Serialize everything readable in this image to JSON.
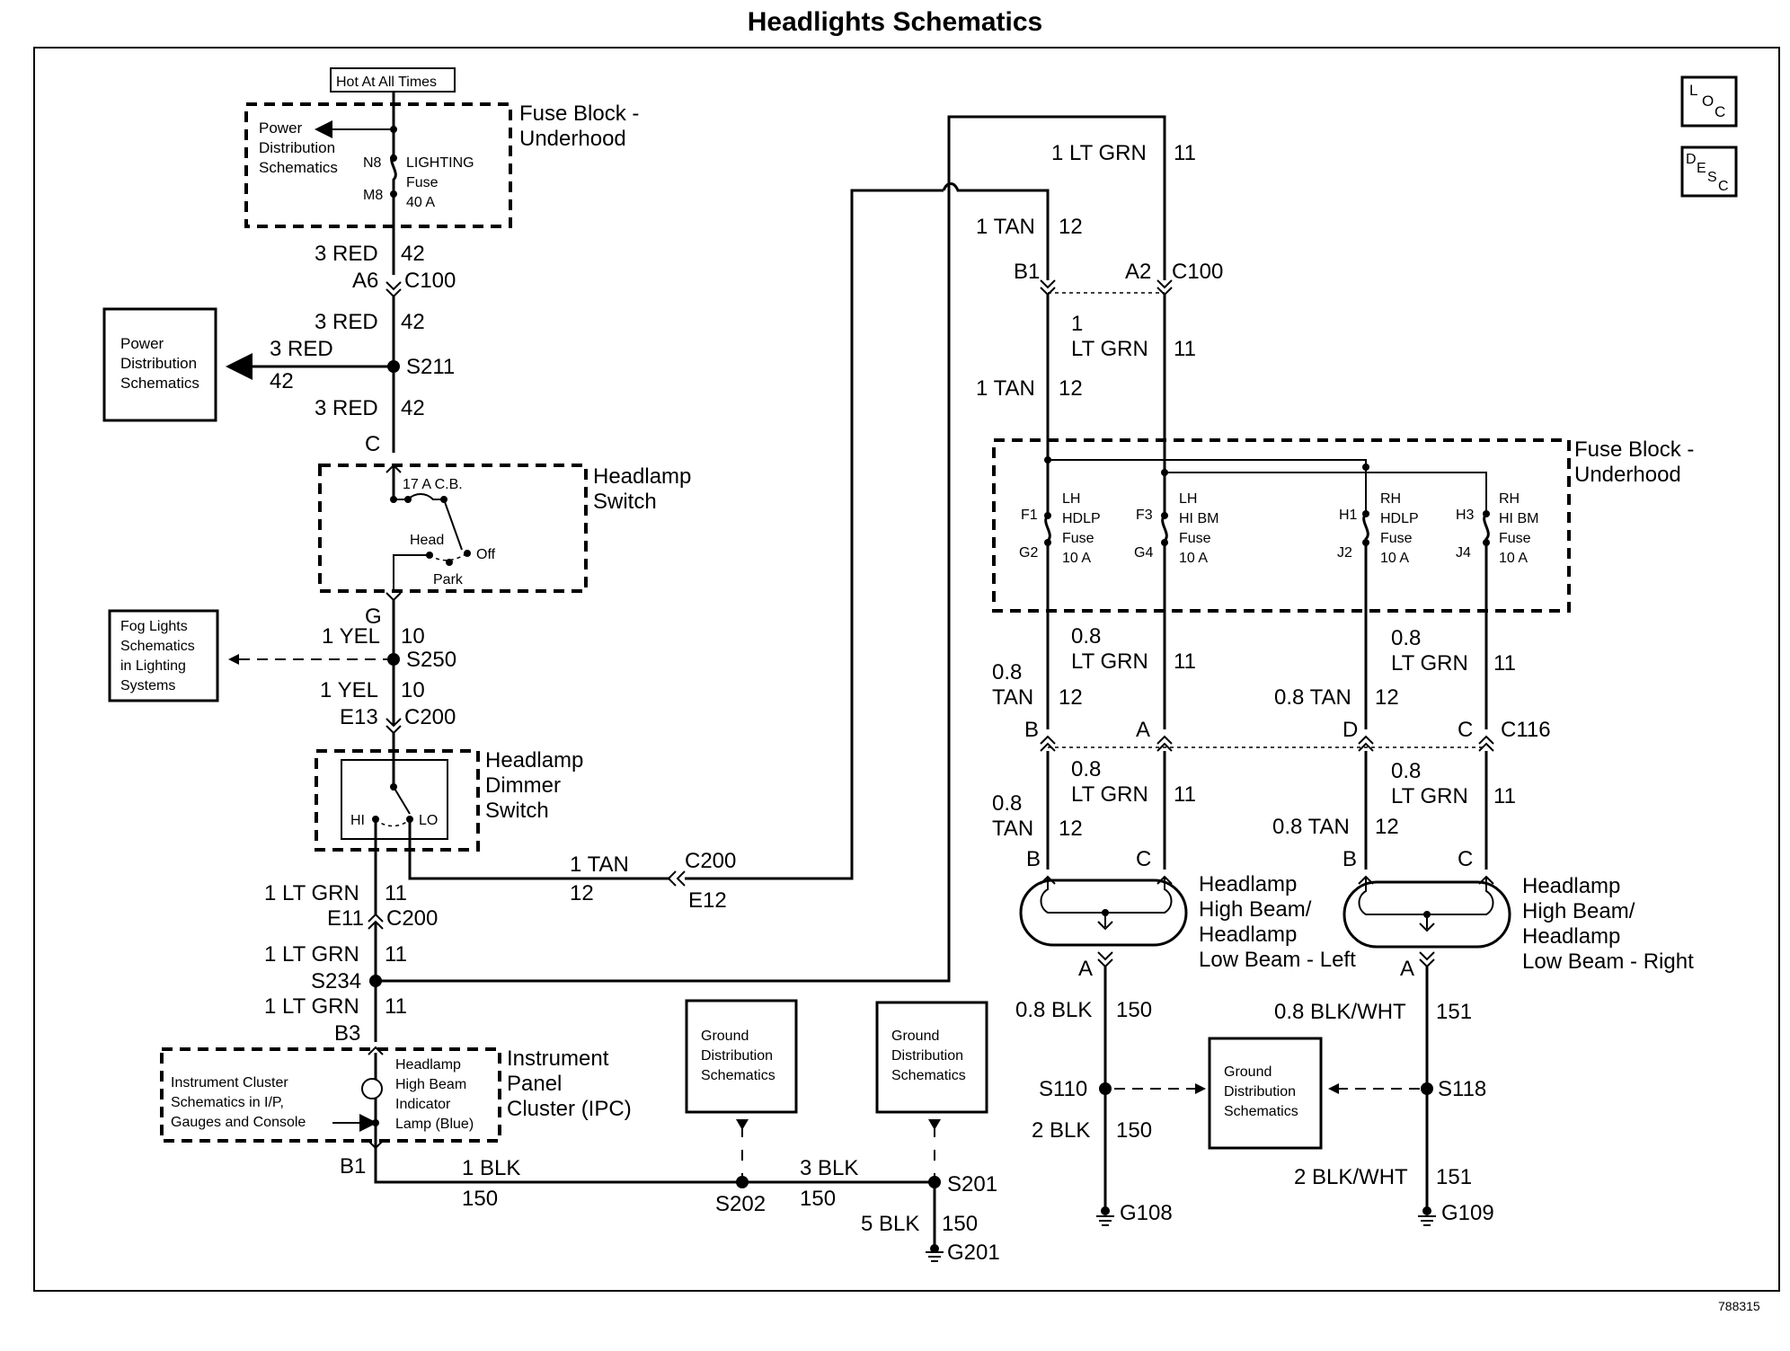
{
  "title": "Headlights Schematics",
  "doc_number": "788315",
  "icons": {
    "loc": [
      "L",
      "O",
      "C"
    ],
    "desc": [
      "D",
      "E",
      "S",
      "C"
    ]
  },
  "hot_label": "Hot At All Times",
  "fuse_block_top": {
    "label1": "Fuse Block -",
    "label2": "Underhood",
    "ref_lines": [
      "Power",
      "Distribution",
      "Schematics"
    ],
    "pin_in": "N8",
    "pin_out": "M8",
    "fuse_lines": [
      "LIGHTING",
      "Fuse",
      "40 A"
    ]
  },
  "left_wires": {
    "w1_gauge": "3 RED",
    "w1_circuit": "42",
    "conn_pin": "A6",
    "conn_name": "C100",
    "w2_gauge": "3 RED",
    "w2_circuit": "42",
    "branch_gauge": "3 RED",
    "branch_circuit": "42",
    "splice": "S211",
    "w3_gauge": "3 RED",
    "w3_circuit": "42",
    "pin_c": "C"
  },
  "power_ref": [
    "Power",
    "Distribution",
    "Schematics"
  ],
  "headlamp_switch": {
    "label1": "Headlamp",
    "label2": "Switch",
    "breaker": "17 A C.B.",
    "head": "Head",
    "off": "Off",
    "park": "Park",
    "pin_g": "G"
  },
  "fog_ref": [
    "Fog Lights",
    "Schematics",
    "in Lighting",
    "Systems"
  ],
  "yel": {
    "w1_gauge": "1 YEL",
    "w1_circuit": "10",
    "splice": "S250",
    "w2_gauge": "1 YEL",
    "w2_circuit": "10",
    "conn_pin": "E13",
    "conn_name": "C200"
  },
  "dimmer": {
    "label1": "Headlamp",
    "label2": "Dimmer",
    "label3": "Switch",
    "hi": "HI",
    "lo": "LO"
  },
  "tan_wire": {
    "gauge": "1 TAN",
    "circuit": "12",
    "conn_name": "C200",
    "conn_pin": "E12"
  },
  "ltgrn": {
    "w1_gauge": "1 LT GRN",
    "w1_circuit": "11",
    "conn_pin": "E11",
    "conn_name": "C200",
    "w2_gauge": "1 LT GRN",
    "w2_circuit": "11",
    "splice": "S234",
    "w3_gauge": "1 LT GRN",
    "w3_circuit": "11",
    "pin_b3": "B3"
  },
  "ipc": {
    "label1": "Instrument",
    "label2": "Panel",
    "label3": "Cluster (IPC)",
    "ref_lines": [
      "Instrument Cluster",
      "Schematics in I/P,",
      "Gauges and Console"
    ],
    "lamp_lines": [
      "Headlamp",
      "High Beam",
      "Indicator",
      "Lamp (Blue)"
    ],
    "pin_b1": "B1"
  },
  "ground_left": {
    "w1_gauge": "1 BLK",
    "w1_circuit": "150",
    "splice1": "S202",
    "w2_gauge": "3 BLK",
    "w2_circuit": "150",
    "splice2": "S201",
    "w3_gauge": "5 BLK",
    "w3_circuit": "150",
    "ground": "G201",
    "ref1": [
      "Ground",
      "Distribution",
      "Schematics"
    ],
    "ref2": [
      "Ground",
      "Distribution",
      "Schematics"
    ]
  },
  "right_top": {
    "ltgrn_gauge": "1 LT GRN",
    "ltgrn_circuit": "11",
    "tan_gauge": "1 TAN",
    "tan_circuit": "12",
    "pin_b1": "B1",
    "pin_a2": "A2",
    "conn_name": "C100",
    "ltgrn2_gauge_a": "1",
    "ltgrn2_gauge_b": "LT GRN",
    "ltgrn2_circuit": "11",
    "tan2_gauge": "1 TAN",
    "tan2_circuit": "12"
  },
  "fuse_block_right": {
    "label1": "Fuse Block -",
    "label2": "Underhood",
    "fuses": [
      {
        "pin_in": "F1",
        "pin_out": "G2",
        "lines": [
          "LH",
          "HDLP",
          "Fuse",
          "10 A"
        ]
      },
      {
        "pin_in": "F3",
        "pin_out": "G4",
        "lines": [
          "LH",
          "HI BM",
          "Fuse",
          "10 A"
        ]
      },
      {
        "pin_in": "H1",
        "pin_out": "J2",
        "lines": [
          "RH",
          "HDLP",
          "Fuse",
          "10 A"
        ]
      },
      {
        "pin_in": "H3",
        "pin_out": "J4",
        "lines": [
          "RH",
          "HI BM",
          "Fuse",
          "10 A"
        ]
      }
    ]
  },
  "lamp_wires": {
    "l_grn_a": "0.8",
    "l_grn_b": "LT GRN",
    "l_grn_circuit": "11",
    "l_tan_a": "0.8",
    "l_tan_b": "TAN",
    "l_tan_circuit": "12",
    "r_grn_a": "0.8",
    "r_grn_b": "LT GRN",
    "r_grn_circuit": "11",
    "r_tan": "0.8 TAN",
    "r_tan_circuit": "12",
    "pin_b": "B",
    "pin_a": "A",
    "pin_d": "D",
    "pin_c": "C",
    "conn_name": "C116",
    "l2_grn_a": "0.8",
    "l2_grn_b": "LT GRN",
    "l2_grn_circuit": "11",
    "l2_tan_a": "0.8",
    "l2_tan_b": "TAN",
    "l2_tan_circuit": "12",
    "r2_grn_a": "0.8",
    "r2_grn_b": "LT GRN",
    "r2_grn_circuit": "11",
    "r2_tan": "0.8 TAN",
    "r2_tan_circuit": "12",
    "lamp_pin_b_l": "B",
    "lamp_pin_c_l": "C",
    "lamp_pin_b_r": "B",
    "lamp_pin_c_r": "C"
  },
  "lamp_left": {
    "lines": [
      "Headlamp",
      "High Beam/",
      "Headlamp",
      "Low Beam - Left"
    ],
    "pin_a": "A"
  },
  "lamp_right": {
    "lines": [
      "Headlamp",
      "High Beam/",
      "Headlamp",
      "Low Beam - Right"
    ],
    "pin_a": "A"
  },
  "ground_right": {
    "l_w1_gauge": "0.8 BLK",
    "l_w1_circuit": "150",
    "l_splice": "S110",
    "l_w2_gauge": "2 BLK",
    "l_w2_circuit": "150",
    "l_ground": "G108",
    "r_w1_gauge": "0.8 BLK/WHT",
    "r_w1_circuit": "151",
    "r_splice": "S118",
    "r_w2_gauge": "2 BLK/WHT",
    "r_w2_circuit": "151",
    "r_ground": "G109",
    "ref": [
      "Ground",
      "Distribution",
      "Schematics"
    ]
  }
}
